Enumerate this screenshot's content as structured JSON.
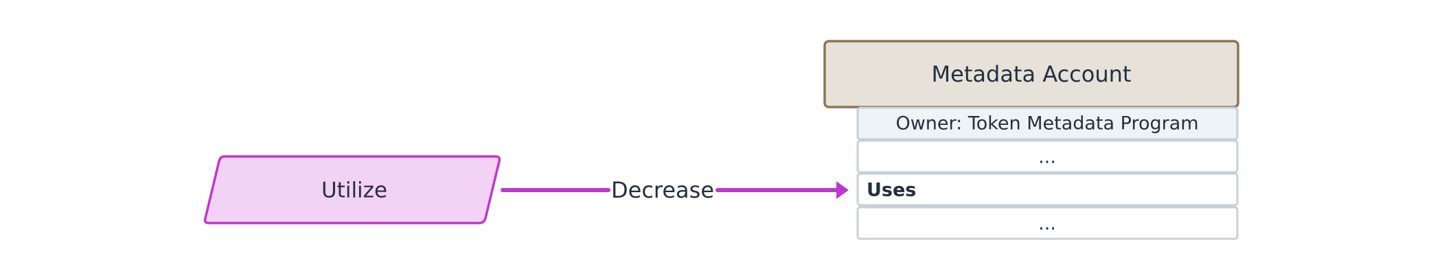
{
  "action": {
    "label": "Utilize"
  },
  "edge": {
    "label": "Decrease"
  },
  "account": {
    "title": "Metadata Account",
    "fields": [
      {
        "label": "Owner: Token Metadata Program"
      },
      {
        "label": "..."
      },
      {
        "label": "Uses"
      },
      {
        "label": "..."
      }
    ]
  },
  "colors": {
    "action_fill": "#f2d2f5",
    "action_stroke": "#bf37cf",
    "arrow": "#bf37cf",
    "header_fill": "#e6e2da",
    "header_stroke": "#8c7556",
    "owner_fill": "#eef3f7",
    "field_stroke": "#c6d0da",
    "text": "#24303f"
  }
}
